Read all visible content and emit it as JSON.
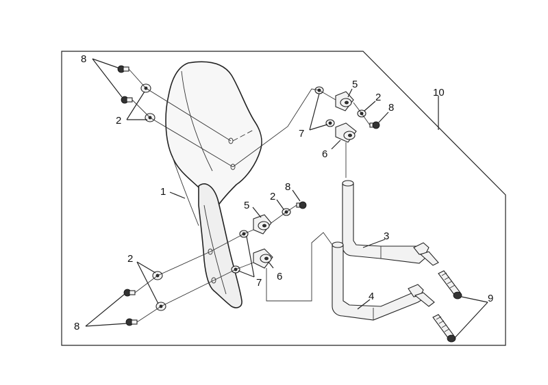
{
  "callouts": [
    {
      "id": "c1",
      "text": "1"
    },
    {
      "id": "c2a",
      "text": "2"
    },
    {
      "id": "c2b",
      "text": "2"
    },
    {
      "id": "c2c",
      "text": "2"
    },
    {
      "id": "c2d",
      "text": "2"
    },
    {
      "id": "c3",
      "text": "3"
    },
    {
      "id": "c4",
      "text": "4"
    },
    {
      "id": "c5a",
      "text": "5"
    },
    {
      "id": "c5b",
      "text": "5"
    },
    {
      "id": "c6a",
      "text": "6"
    },
    {
      "id": "c6b",
      "text": "6"
    },
    {
      "id": "c7a",
      "text": "7"
    },
    {
      "id": "c7b",
      "text": "7"
    },
    {
      "id": "c8a",
      "text": "8"
    },
    {
      "id": "c8b",
      "text": "8"
    },
    {
      "id": "c8c",
      "text": "8"
    },
    {
      "id": "c8d",
      "text": "8"
    },
    {
      "id": "c9",
      "text": "9"
    },
    {
      "id": "c10",
      "text": "10"
    }
  ]
}
